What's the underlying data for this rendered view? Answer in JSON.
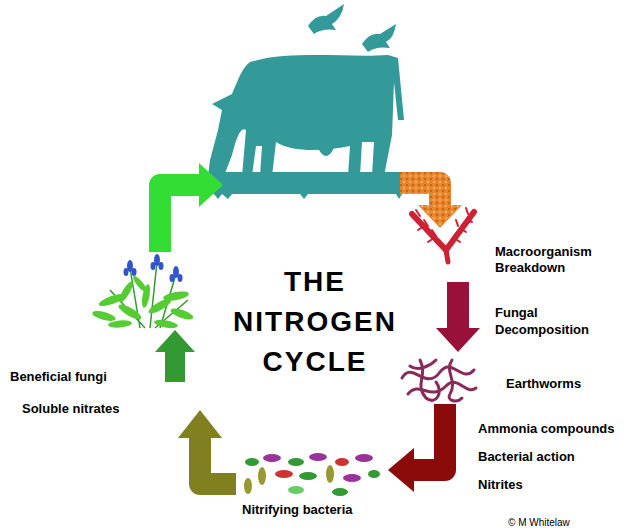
{
  "diagram": {
    "title": "THE NITROGEN CYCLE",
    "nodes": [
      {
        "text": [
          "Macroorganism Breakdown"
        ]
      },
      {
        "text": [
          "Earthworms"
        ]
      },
      {
        "text": [
          "Nitrifying bacteria"
        ]
      }
    ],
    "edges": [
      {
        "from": 0,
        "to": 1,
        "arrow": "to"
      },
      {
        "from": 1,
        "to": 2,
        "arrow": "to"
      }
    ],
    "labels": [
      "Fungal Decomposition",
      "Ammonia compounds",
      "Bacterial action",
      "Nitrites",
      "Beneficial fungi",
      "Soluble nitrates",
      "© M Whitelaw"
    ]
  }
}
